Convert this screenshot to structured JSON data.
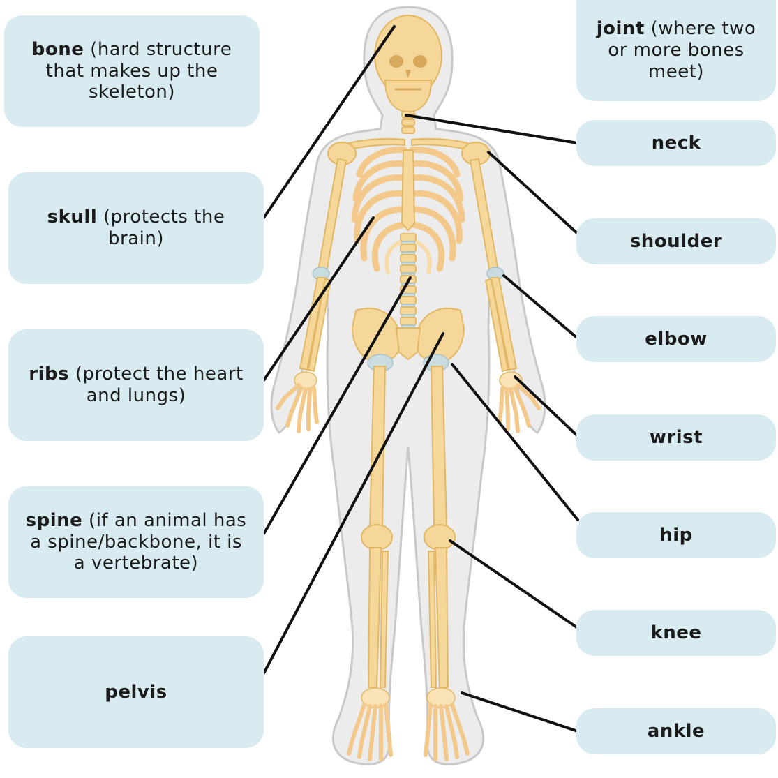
{
  "colors": {
    "label_box": "#d7ebf0",
    "bone": "#f6d79a",
    "body_outline": "#ececec",
    "leader_line": "#111111"
  },
  "labels": {
    "bone": {
      "term": "bone",
      "desc": " (hard structure that makes up the skeleton)"
    },
    "skull": {
      "term": "skull",
      "desc": " (protects the brain)"
    },
    "ribs": {
      "term": "ribs",
      "desc": " (protect the heart and lungs)"
    },
    "spine": {
      "term": "spine",
      "desc": " (if an animal has a spine/backbone, it is a vertebrate)"
    },
    "pelvis": {
      "term": "pelvis"
    },
    "joint": {
      "term": "joint",
      "desc": " (where two or more bones meet)"
    },
    "neck": {
      "term": "neck"
    },
    "shoulder": {
      "term": "shoulder"
    },
    "elbow": {
      "term": "elbow"
    },
    "wrist": {
      "term": "wrist"
    },
    "hip": {
      "term": "hip"
    },
    "knee": {
      "term": "knee"
    },
    "ankle": {
      "term": "ankle"
    }
  }
}
